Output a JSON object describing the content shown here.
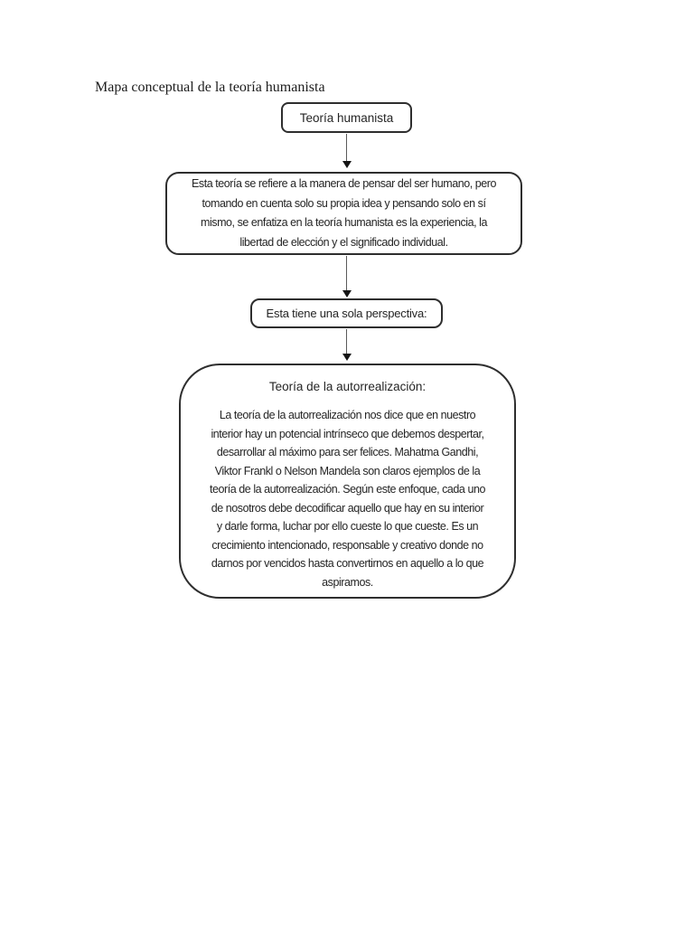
{
  "page": {
    "title": "Mapa conceptual de la teoría humanista"
  },
  "flowchart": {
    "root": {
      "label": "Teoría humanista"
    },
    "description": {
      "text": "Esta teoría se refiere a la manera de pensar del ser humano, pero tomando en cuenta solo su propia idea y pensando solo en sí mismo, se enfatiza en la teoría humanista es la experiencia, la libertad de elección y el significado individual.",
      "lines": [
        "Esta teoría se refiere a la manera de pensar del ser humano, pero",
        "tomando en cuenta solo su propia idea y pensando solo en sí",
        "mismo, se enfatiza en la teoría humanista es la experiencia, la",
        "libertad de elección y el significado individual."
      ]
    },
    "perspective": {
      "label": "Esta tiene una sola perspectiva:"
    },
    "self_actualization": {
      "heading": "Teoría de la autorrealización:",
      "text": "La teoría de la autorrealización nos dice que en nuestro interior hay un potencial intrínseco que debemos despertar, desarrollar al máximo para ser felices. Mahatma Gandhi, Viktor Frankl o Nelson Mandela son claros ejemplos de la teoría de la autorrealización. Según este enfoque, cada uno de nosotros debe decodificar aquello que hay en su interior y darle forma, luchar por ello cueste lo que cueste. Es un crecimiento intencionado, responsable y creativo donde no darnos por vencidos hasta convertirnos en aquello a lo que aspiramos.",
      "lines": [
        "La teoría de la autorrealización nos dice que en nuestro",
        "interior hay un potencial intrínseco que debemos despertar,",
        "desarrollar al máximo para ser felices. Mahatma Gandhi,",
        "Viktor Frankl o Nelson Mandela son claros ejemplos de la",
        "teoría de la autorrealización. Según este enfoque, cada uno",
        "de nosotros debe decodificar aquello que hay en su interior",
        "y darle forma, luchar por ello cueste lo que cueste. Es un",
        "crecimiento intencionado, responsable y creativo donde no",
        "darnos por vencidos hasta convertirnos en aquello a lo que",
        "aspiramos."
      ]
    }
  },
  "colors": {
    "background": "#ffffff",
    "box_border": "#2e2e2e",
    "box_fill": "#ffffff",
    "text": "#252525",
    "arrow_line": "#5a5a5a",
    "arrow_head": "#141414"
  }
}
